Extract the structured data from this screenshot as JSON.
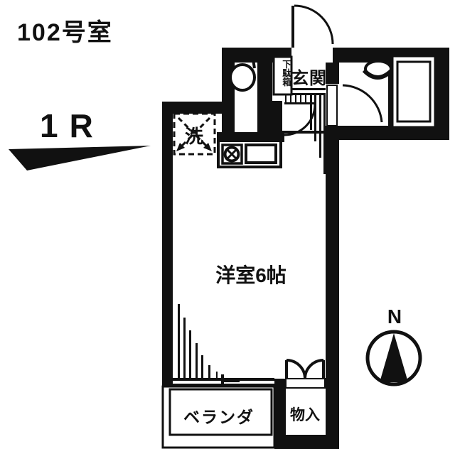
{
  "floorplan": {
    "room_number": "102号室",
    "layout_type": "1R",
    "labels": {
      "entrance": "玄関",
      "shoe_box": "下駄箱",
      "washing_machine": "洗",
      "main_room": "洋室6帖",
      "balcony": "ベランダ",
      "storage": "物入",
      "north": "N"
    },
    "colors": {
      "ink": "#111111",
      "background": "#ffffff"
    }
  }
}
